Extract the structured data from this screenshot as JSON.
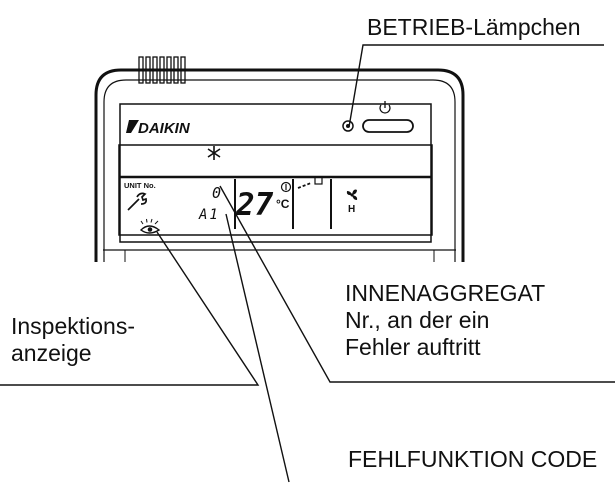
{
  "device": {
    "brand": "DAIKIN",
    "power_symbol": "⏻",
    "unit_label": "UNIT No.",
    "fan_mode_label": "H",
    "temperature": "27",
    "temperature_unit": "°C",
    "unit_number": "0",
    "error_code": "A1",
    "icons": [
      "snowflake-icon",
      "wrench-icon",
      "inspection-eye-icon",
      "fan-icon",
      "power-icon",
      "timer-icon"
    ]
  },
  "callouts": {
    "betrieb": "BETRIEB-Lämpchen",
    "inspektion": [
      "Inspektions-",
      "anzeige"
    ],
    "innenaggregat": [
      "INNENAGGREGAT",
      "Nr., an der ein",
      "Fehler auftritt"
    ],
    "fehlfunktion": "FEHLFUNKTION CODE"
  },
  "colors": {
    "ink": "#111111",
    "background": "#ffffff"
  }
}
